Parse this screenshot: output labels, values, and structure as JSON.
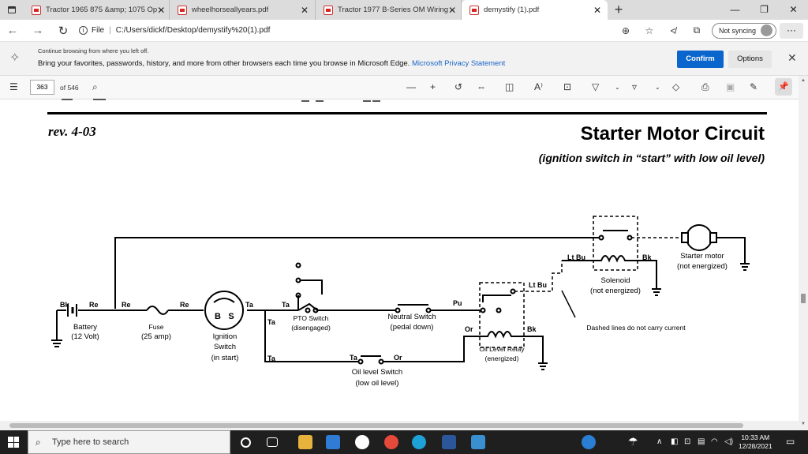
{
  "tabs": [
    {
      "title": "Tractor 1965 875 &amp; 1075 Op",
      "active": false
    },
    {
      "title": "wheelhorseallyears.pdf",
      "active": false
    },
    {
      "title": "Tractor 1977 B-Series OM Wiring",
      "active": false
    },
    {
      "title": "demystify (1).pdf",
      "active": true
    }
  ],
  "address": {
    "prefix": "File",
    "url": "C:/Users/dickf/Desktop/demystify%20(1).pdf"
  },
  "profile": {
    "label": "Not syncing"
  },
  "notification": {
    "small": "Continue browsing from where you left off.",
    "main": "Bring your favorites, passwords, history, and more from other browsers each time you browse in Microsoft Edge.",
    "link": "Microsoft Privacy Statement",
    "confirm": "Confirm",
    "options": "Options"
  },
  "pdf_toolbar": {
    "page": "363",
    "of": "of 546"
  },
  "document": {
    "rev": "rev. 4-03",
    "title": "Starter Motor Circuit",
    "subtitle": "(ignition switch in “start” with low oil level)",
    "labels": {
      "bk1": "Bk",
      "re1": "Re",
      "re2": "Re",
      "re3": "Re",
      "battery": "Battery",
      "battery_v": "(12 Volt)",
      "fuse": "Fuse",
      "fuse_a": "(25 amp)",
      "ign1": "Ignition",
      "ign2": "Switch",
      "ign3": "(in start)",
      "b": "B",
      "s": "S",
      "ta1": "Ta",
      "ta2": "Ta",
      "ta3": "Ta",
      "ta4": "Ta",
      "ta5": "Ta",
      "pto1": "PTO Switch",
      "pto2": "(disengaged)",
      "neutral1": "Neutral Switch",
      "neutral2": "(pedal down)",
      "pu": "Pu",
      "or1": "Or",
      "or2": "Or",
      "bk2": "Bk",
      "bk3": "Bk",
      "ltbu1": "Lt Bu",
      "ltbu2": "Lt Bu",
      "solenoid1": "Solenoid",
      "solenoid2": "(not energized)",
      "starter1": "Starter motor",
      "starter2": "(not energized)",
      "relay1": "Oil Level Relay",
      "relay2": "(energized)",
      "oil1": "Oil level Switch",
      "oil2": "(low oil level)",
      "dashed": "Dashed lines do not carry current"
    }
  },
  "taskbar": {
    "search": "Type here to search",
    "time": "10:33 AM",
    "date": "12/28/2021"
  }
}
